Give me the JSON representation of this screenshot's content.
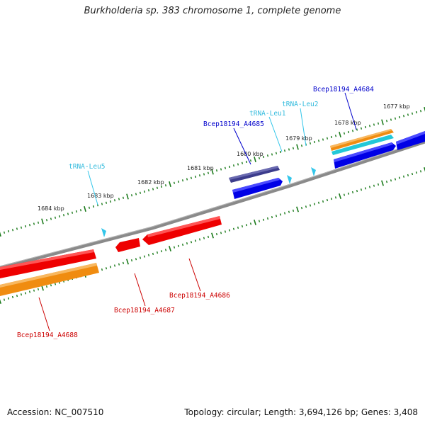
{
  "title": "Burkholderia sp. 383 chromosome 1, complete genome",
  "footer": {
    "accession": "Accession: NC_007510",
    "topology": "Topology: circular; Length: 3,694,126 bp; Genes: 3,408"
  },
  "colors": {
    "backbone": "#7f7f7f",
    "ticks": "#1a7a1a",
    "cds_forward": "#0000ee",
    "cds_reverse": "#ee0000",
    "trna": "#33c6ea",
    "gene_orange": "#f08c10",
    "gene_purple": "#3c3c8c",
    "label_forward": "#0000cc",
    "label_reverse": "#cc0000",
    "label_trna": "#33bbdd"
  },
  "scale": {
    "ticks": [
      {
        "label": "1684 kbp"
      },
      {
        "label": "1683 kbp"
      },
      {
        "label": "1682 kbp"
      },
      {
        "label": "1681 kbp"
      },
      {
        "label": "1680 kbp"
      },
      {
        "label": "1679 kbp"
      },
      {
        "label": "1678 kbp"
      },
      {
        "label": "1677 kbp"
      }
    ]
  },
  "features": {
    "labels": [
      {
        "id": "tRNA-Leu5",
        "text": "tRNA-Leu5",
        "kind": "trna"
      },
      {
        "id": "tRNA-Leu1",
        "text": "tRNA-Leu1",
        "kind": "trna"
      },
      {
        "id": "tRNA-Leu2",
        "text": "tRNA-Leu2",
        "kind": "trna"
      },
      {
        "id": "Bcep18194_A4685",
        "text": "Bcep18194_A4685",
        "kind": "forward"
      },
      {
        "id": "Bcep18194_A4684",
        "text": "Bcep18194_A4684",
        "kind": "forward"
      },
      {
        "id": "Bcep18194_A4686",
        "text": "Bcep18194_A4686",
        "kind": "reverse"
      },
      {
        "id": "Bcep18194_A4687",
        "text": "Bcep18194_A4687",
        "kind": "reverse"
      },
      {
        "id": "Bcep18194_A4688",
        "text": "Bcep18194_A4688",
        "kind": "reverse"
      }
    ]
  }
}
